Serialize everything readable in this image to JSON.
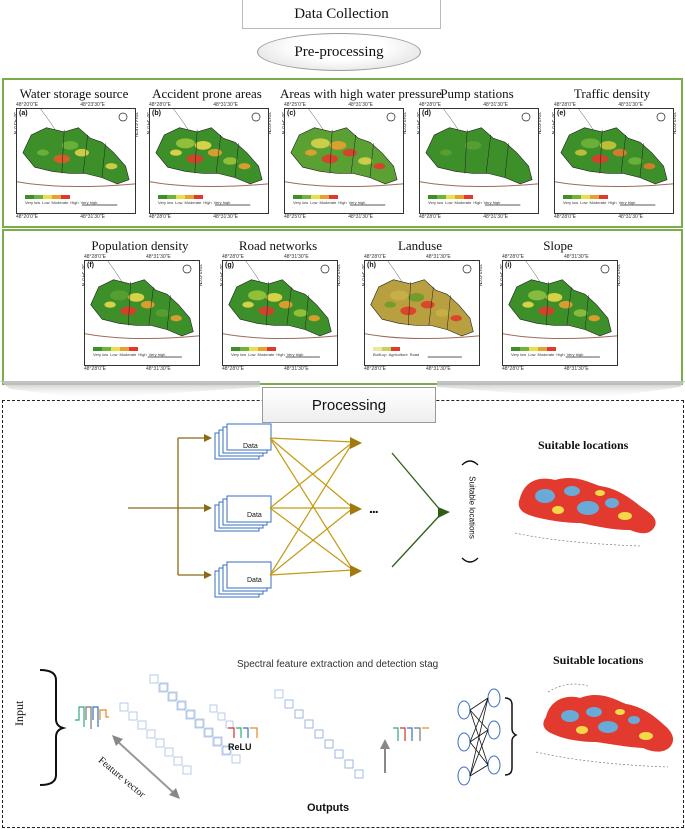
{
  "header": {
    "data_collection": "Data Collection",
    "pre_processing": "Pre-processing",
    "processing": "Processing"
  },
  "row1": [
    {
      "title": "Water storage source",
      "letter": "(a)",
      "tl": "48°20'0\"E",
      "tr": "48°23'30\"E",
      "bl": "48°20'0\"E",
      "br": "48°31'30\"E",
      "lat1": "30°44'15\"N",
      "lat2": "30°43'0\"N",
      "legend": [
        "Very low",
        "Low",
        "Moderate",
        "High",
        "Very high"
      ]
    },
    {
      "title": "Accident prone areas",
      "letter": "(b)",
      "tl": "48°28'0\"E",
      "tr": "48°31'30\"E",
      "bl": "48°28'0\"E",
      "br": "48°31'30\"E",
      "lat1": "30°34'0\"N",
      "lat2": "30°34'0\"N",
      "legend": [
        "Very low",
        "Low",
        "Moderate",
        "High",
        "Very high"
      ]
    },
    {
      "title": "Areas with high water pressure",
      "letter": "(c)",
      "tl": "48°25'0\"E",
      "tr": "48°31'30\"E",
      "bl": "48°25'0\"E",
      "br": "48°31'30\"E",
      "lat1": "30°34'0\"N",
      "lat2": "30°34'0\"N",
      "legend": [
        "Very low",
        "Low",
        "Moderate",
        "High",
        "Very high"
      ]
    },
    {
      "title": "Pump stations",
      "letter": "(d)",
      "tl": "48°28'0\"E",
      "tr": "48°31'30\"E",
      "bl": "48°28'0\"E",
      "br": "48°31'30\"E",
      "lat1": "30°34'0\"N",
      "lat2": "30°34'0\"N",
      "legend": [
        "Very low",
        "Low",
        "Moderate",
        "High",
        "Very high"
      ]
    },
    {
      "title": "Traffic density",
      "letter": "(e)",
      "tl": "48°28'0\"E",
      "tr": "48°31'30\"E",
      "bl": "48°28'0\"E",
      "br": "48°31'30\"E",
      "lat1": "30°34'0\"N",
      "lat2": "30°34'0\"N",
      "legend": [
        "Very low",
        "Low",
        "Moderate",
        "High",
        "Very high"
      ]
    }
  ],
  "row2": [
    {
      "title": "Population density",
      "letter": "(f)",
      "tl": "48°28'0\"E",
      "tr": "48°31'30\"E",
      "bl": "48°28'0\"E",
      "br": "48°31'30\"E",
      "lat1": "30°34'0\"N",
      "lat2": "30°34'0\"N",
      "legend": [
        "Very low",
        "Low",
        "Moderate",
        "High",
        "Very high"
      ]
    },
    {
      "title": "Road networks",
      "letter": "(g)",
      "tl": "48°28'0\"E",
      "tr": "48°31'30\"E",
      "bl": "48°28'0\"E",
      "br": "48°31'30\"E",
      "lat1": "30°34'0\"N",
      "lat2": "30°34'0\"N",
      "legend": [
        "Very low",
        "Low",
        "Moderate",
        "High",
        "Very high"
      ]
    },
    {
      "title": "Landuse",
      "letter": "(h)",
      "tl": "48°28'0\"E",
      "tr": "48°31'30\"E",
      "bl": "48°28'0\"E",
      "br": "48°31'30\"E",
      "lat1": "30°34'0\"N",
      "lat2": "30°34'0\"N",
      "legend": [
        "Built-up",
        "Agriculture",
        "Road"
      ]
    },
    {
      "title": "Slope",
      "letter": "(i)",
      "tl": "48°28'0\"E",
      "tr": "48°31'30\"E",
      "bl": "48°28'0\"E",
      "br": "48°31'30\"E",
      "lat1": "30°34'0\"N",
      "lat2": "30°34'0\"N",
      "legend": [
        "Very low",
        "Low",
        "Moderate",
        "High",
        "Very high"
      ]
    }
  ],
  "ann": {
    "data": "Data",
    "dots": "...",
    "suitable_vertical": "Suitable locations",
    "suitable_title": "Suitable locations",
    "spectral": "Spectral feature extraction and detection stag",
    "input": "Input",
    "relu": "ReLU",
    "feature_vector": "Feature vector",
    "outputs": "Outputs"
  },
  "colors": {
    "green": "#7aac4a",
    "olive": "#8a6a14",
    "dark_green": "#2f5f17",
    "map_green": "#3d8f2a",
    "map_red": "#e03a2a",
    "map_yellow": "#f0e040",
    "map_blue": "#6aaad8"
  }
}
